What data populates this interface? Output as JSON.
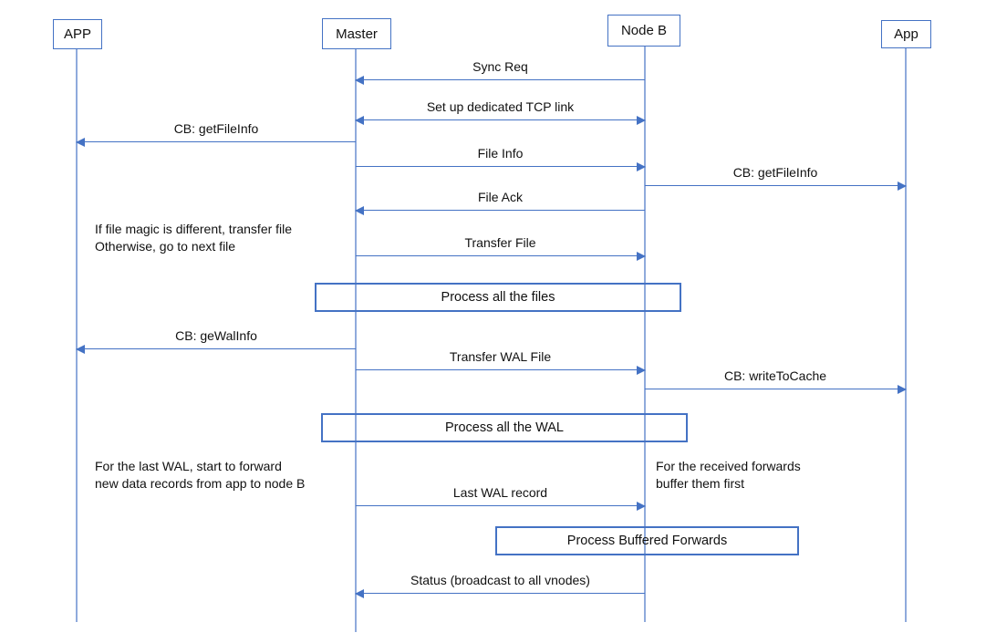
{
  "colors": {
    "accent": "#4472C4",
    "lifeline": "#8FAADC",
    "text": "#111111",
    "background": "#ffffff"
  },
  "actors": [
    {
      "id": "app-left",
      "label": "APP"
    },
    {
      "id": "master",
      "label": "Master"
    },
    {
      "id": "node-b",
      "label": "Node B"
    },
    {
      "id": "app-right",
      "label": "App"
    }
  ],
  "messages": [
    {
      "id": "sync-req",
      "label": "Sync Req",
      "from": "Node B",
      "to": "Master",
      "direction": "left"
    },
    {
      "id": "tcp-link",
      "label": "Set up dedicated TCP link",
      "from": "Master",
      "to": "Node B",
      "direction": "both"
    },
    {
      "id": "cb-getfileinfo-left",
      "label": "CB: getFileInfo",
      "from": "Master",
      "to": "APP",
      "direction": "left"
    },
    {
      "id": "file-info",
      "label": "File Info",
      "from": "Master",
      "to": "Node B",
      "direction": "right"
    },
    {
      "id": "cb-getfileinfo-right",
      "label": "CB: getFileInfo",
      "from": "Node B",
      "to": "App",
      "direction": "right"
    },
    {
      "id": "file-ack",
      "label": "File Ack",
      "from": "Node B",
      "to": "Master",
      "direction": "left"
    },
    {
      "id": "transfer-file",
      "label": "Transfer File",
      "from": "Master",
      "to": "Node B",
      "direction": "right"
    },
    {
      "id": "cb-gewalinfo",
      "label": "CB: geWalInfo",
      "from": "Master",
      "to": "APP",
      "direction": "left"
    },
    {
      "id": "transfer-wal-file",
      "label": "Transfer WAL File",
      "from": "Master",
      "to": "Node B",
      "direction": "right"
    },
    {
      "id": "cb-writetocache",
      "label": "CB: writeToCache",
      "from": "Node B",
      "to": "App",
      "direction": "right"
    },
    {
      "id": "last-wal-record",
      "label": "Last WAL record",
      "from": "Master",
      "to": "Node B",
      "direction": "right"
    },
    {
      "id": "status-broadcast",
      "label": "Status (broadcast to all vnodes)",
      "from": "Node B",
      "to": "Master",
      "direction": "left"
    }
  ],
  "process_boxes": [
    {
      "id": "process-files",
      "label": "Process all the files"
    },
    {
      "id": "process-wal",
      "label": "Process all the WAL"
    },
    {
      "id": "process-buffered-forwards",
      "label": "Process Buffered Forwards"
    }
  ],
  "notes": [
    {
      "id": "note-file-magic",
      "text": "If file magic is different, transfer file\nOtherwise, go to next file"
    },
    {
      "id": "note-last-wal",
      "text": "For the last WAL, start to forward\nnew data records from app to node B"
    },
    {
      "id": "note-received-forwards",
      "text": "For the received forwards\nbuffer them first"
    }
  ]
}
